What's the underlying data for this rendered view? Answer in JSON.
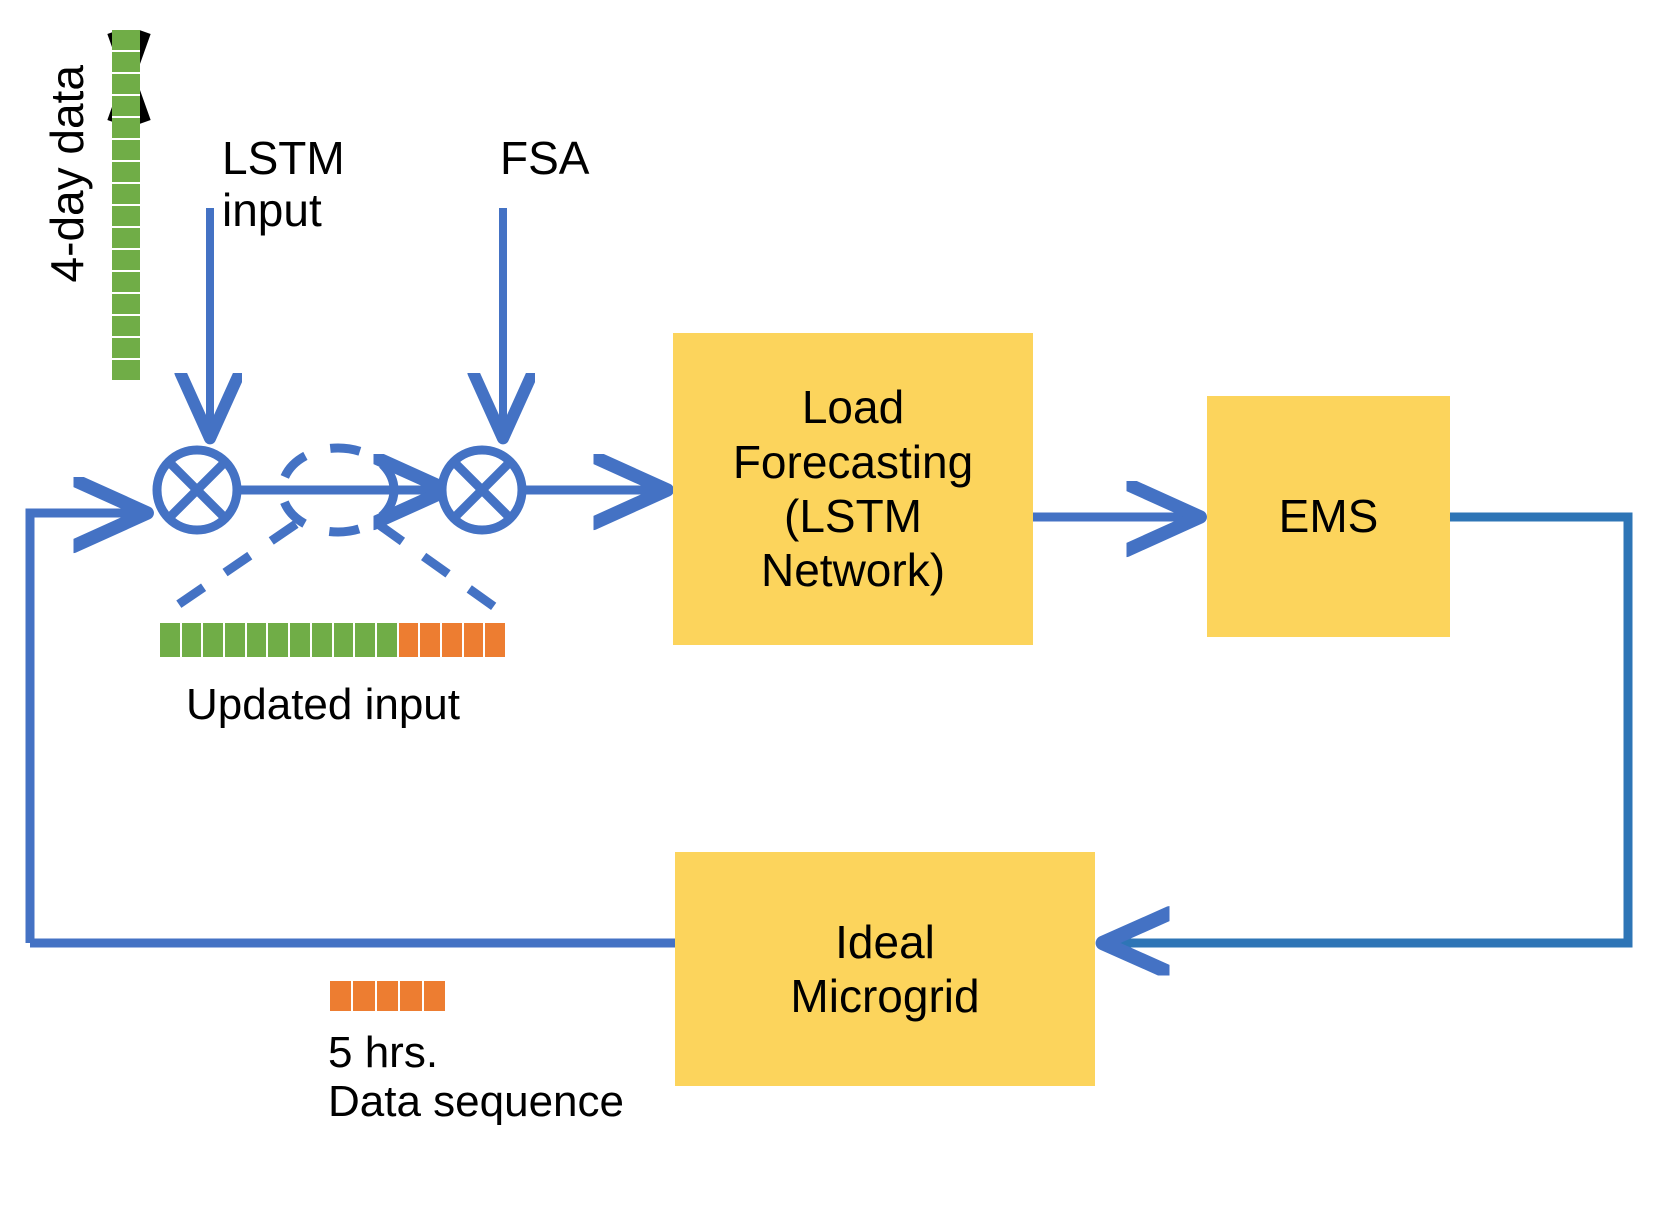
{
  "diagram": {
    "title": "Microgrid load forecasting feedback loop",
    "colors": {
      "box_fill": "#FCD45C",
      "arrow_blue": "#4472C4",
      "green_segment": "#70AD47",
      "orange_segment": "#ED7D31",
      "text": "#000000",
      "background": "#FFFFFF"
    }
  },
  "labels": {
    "four_day_data": "4-day data",
    "lstm_input": "LSTM\ninput",
    "fsa": "FSA",
    "updated_input": "Updated input",
    "legend_line1": "5 hrs.",
    "legend_line2": "Data sequence"
  },
  "boxes": {
    "load_forecasting": "Load\nForecasting\n(LSTM\nNetwork)",
    "ems": "EMS",
    "ideal_microgrid": "Ideal\nMicrogrid"
  },
  "bars": {
    "four_day_data": {
      "orientation": "vertical",
      "segment_count": 16,
      "segment_colors": [
        "green",
        "green",
        "green",
        "green",
        "green",
        "green",
        "green",
        "green",
        "green",
        "green",
        "green",
        "green",
        "green",
        "green",
        "green",
        "green"
      ],
      "crossed_out_top_segments": 5,
      "cross_mark": "X"
    },
    "updated_input": {
      "orientation": "horizontal",
      "segment_count": 16,
      "green_count": 11,
      "orange_count": 5,
      "segment_colors": [
        "green",
        "green",
        "green",
        "green",
        "green",
        "green",
        "green",
        "green",
        "green",
        "green",
        "green",
        "orange",
        "orange",
        "orange",
        "orange",
        "orange"
      ]
    },
    "legend": {
      "orientation": "horizontal",
      "segment_count": 5,
      "segment_colors": [
        "orange",
        "orange",
        "orange",
        "orange",
        "orange"
      ]
    }
  },
  "nodes": {
    "mixer_1": "multiplier-junction",
    "mixer_2": "multiplier-junction"
  },
  "connections": [
    {
      "from": "lstm-input",
      "to": "mixer-1",
      "style": "solid-arrow"
    },
    {
      "from": "fsa",
      "to": "mixer-2",
      "style": "solid-arrow"
    },
    {
      "from": "feedback-loop",
      "to": "mixer-1",
      "style": "solid-arrow"
    },
    {
      "from": "mixer-1",
      "to": "mixer-2",
      "style": "solid-arrow"
    },
    {
      "from": "mixer-2",
      "to": "load-forecasting",
      "style": "solid-arrow"
    },
    {
      "from": "load-forecasting",
      "to": "ems",
      "style": "solid-arrow"
    },
    {
      "from": "ems",
      "to": "ideal-microgrid",
      "style": "solid-arrow"
    },
    {
      "from": "ideal-microgrid",
      "to": "mixer-1",
      "style": "solid-arrow"
    },
    {
      "from": "mixer-region",
      "to": "updated-input-bar",
      "style": "dashed-callout"
    }
  ]
}
